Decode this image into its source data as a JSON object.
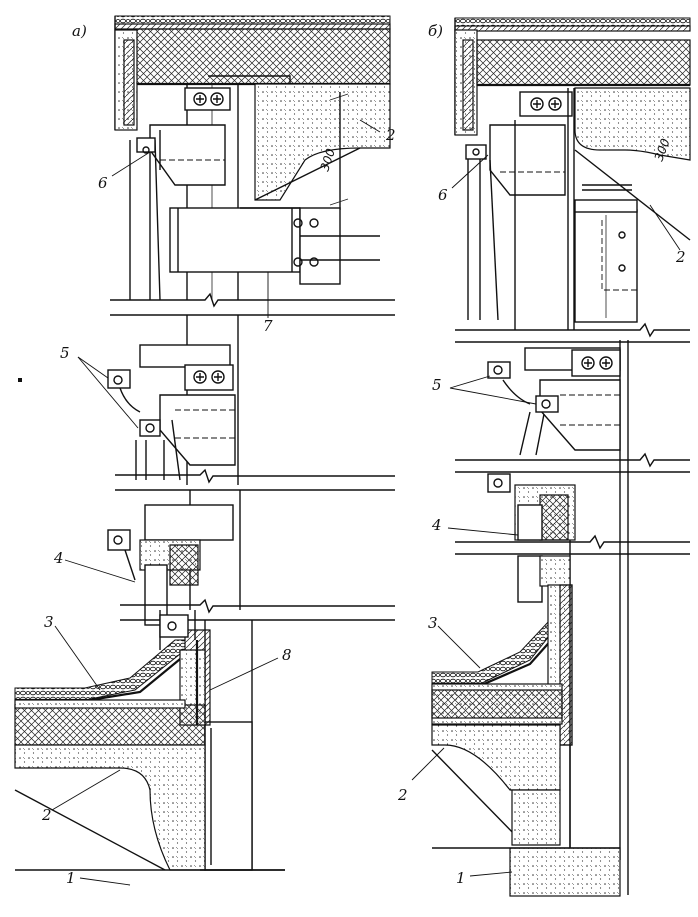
{
  "panels": {
    "left": {
      "letter": "а)"
    },
    "right": {
      "letter": "б)"
    }
  },
  "callouts": {
    "left": {
      "c1": "1",
      "c2_top": "2",
      "c2_bottom": "2",
      "c3": "3",
      "c4": "4",
      "c5": "5",
      "c6": "6",
      "c7": "7",
      "c8": "8"
    },
    "right": {
      "c1": "1",
      "c2_top": "2",
      "c2_bottom": "2",
      "c3": "3",
      "c4": "4",
      "c5": "5",
      "c6": "6"
    }
  },
  "dimensions": {
    "left_300": "300",
    "right_300": "300"
  }
}
